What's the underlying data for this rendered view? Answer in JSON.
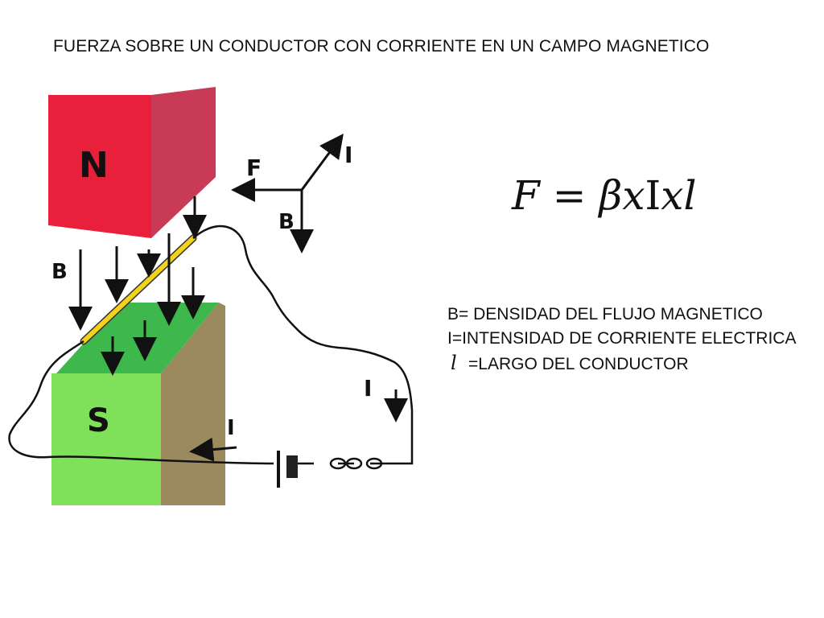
{
  "title": "FUERZA SOBRE UN CONDUCTOR CON CORRIENTE EN UN CAMPO MAGNETICO",
  "diagram": {
    "north_pole_label": "N",
    "south_pole_label": "S",
    "field_label": "B",
    "current_label_right": "I",
    "current_label_bottom": "I",
    "axes": {
      "force": "F",
      "current": "I",
      "field": "B"
    },
    "colors": {
      "north_front": "#e8203c",
      "north_side": "#c83a55",
      "south_top": "#3eb84c",
      "south_front": "#7fe05a",
      "south_side": "#9b8a5e",
      "conductor": "#f2d21a"
    }
  },
  "formula": {
    "F": "F",
    "equals": "=",
    "beta": "β",
    "x1": "x",
    "I": "I",
    "x2": "x",
    "l": "l"
  },
  "legend": {
    "b_line": "B= DENSIDAD DEL FLUJO MAGNETICO",
    "i_line": "I=INTENSIDAD DE CORRIENTE ELECTRICA",
    "l_symbol": "l",
    "l_text": "=LARGO DEL CONDUCTOR"
  }
}
